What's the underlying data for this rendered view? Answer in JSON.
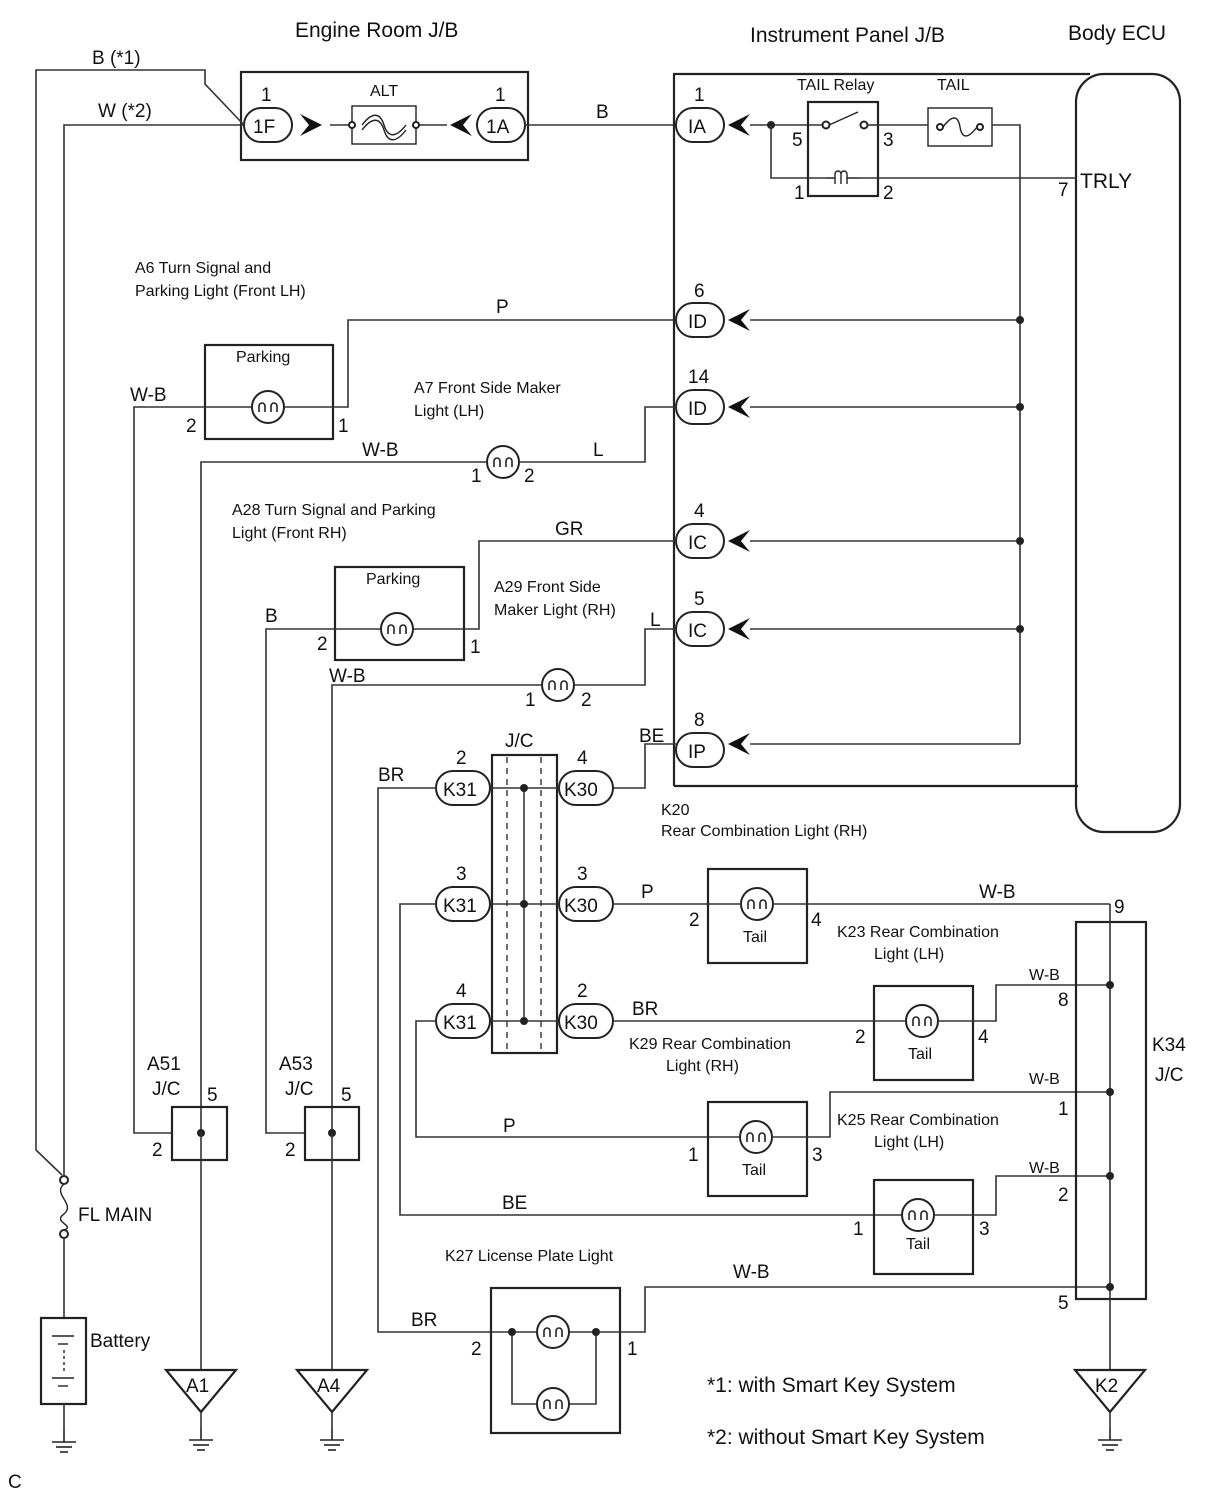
{
  "titles": {
    "engine_room_jb": "Engine Room J/B",
    "instrument_panel_jb": "Instrument Panel J/B",
    "body_ecu": "Body ECU",
    "trly": "TRLY",
    "tail_relay": "TAIL Relay",
    "tail_fuse": "TAIL",
    "alt_fuse": "ALT",
    "fl_main": "FL MAIN",
    "battery": "Battery"
  },
  "connectors": {
    "c1F": "1F",
    "c1A": "1A",
    "cIA": "IA",
    "cID6": "ID",
    "cID14": "ID",
    "cIC4": "IC",
    "cIC5": "IC",
    "cIP": "IP",
    "k31a": "K31",
    "k31b": "K31",
    "k31c": "K31",
    "k30a": "K30",
    "k30b": "K30",
    "k30c": "K30"
  },
  "components": {
    "a6": [
      "A6 Turn Signal and",
      "Parking Light (Front LH)"
    ],
    "a7": [
      "A7 Front Side Maker",
      "Light (LH)"
    ],
    "a28": [
      "A28 Turn Signal and Parking",
      "Light (Front RH)"
    ],
    "a29": [
      "A29 Front Side",
      "Maker Light (RH)"
    ],
    "k20": [
      "K20",
      "Rear Combination Light (RH)"
    ],
    "k23": [
      "K23 Rear Combination",
      "Light (LH)"
    ],
    "k29": [
      "K29 Rear Combination",
      "Light (RH)"
    ],
    "k25": [
      "K25 Rear Combination",
      "Light (LH)"
    ],
    "k27": "K27 License Plate Light",
    "parking": "Parking",
    "tail": "Tail",
    "jc": "J/C",
    "a51": [
      "A51",
      "J/C"
    ],
    "a53": [
      "A53",
      "J/C"
    ],
    "k34": [
      "K34",
      "J/C"
    ]
  },
  "wires": {
    "b_star1": "B (*1)",
    "w_star2": "W (*2)",
    "b": "B",
    "p": "P",
    "wb": "W-B",
    "l": "L",
    "gr": "GR",
    "be": "BE",
    "br": "BR"
  },
  "grounds": {
    "a1": "A1",
    "a4": "A4",
    "k2": "K2"
  },
  "pins": {
    "p1": "1",
    "p2": "2",
    "p3": "3",
    "p4": "4",
    "p5": "5",
    "p6": "6",
    "p7": "7",
    "p8": "8",
    "p9": "9",
    "p14": "14"
  },
  "notes": {
    "n1": "*1: with Smart Key System",
    "n2": "*2: without Smart Key System"
  },
  "corner_label": "C"
}
